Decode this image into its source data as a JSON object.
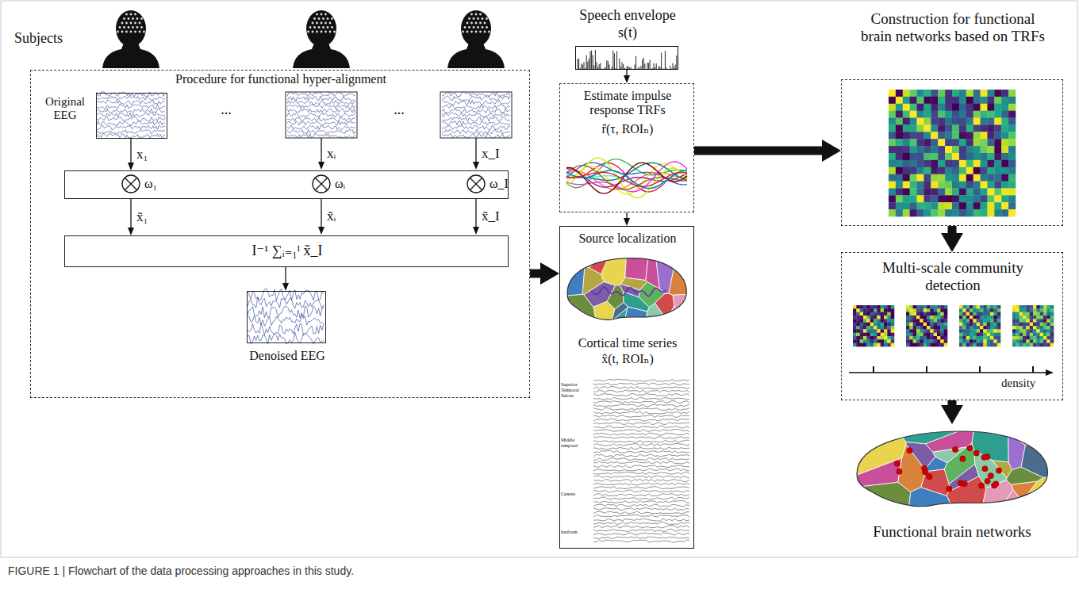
{
  "diagram": {
    "caption": "FIGURE 1 | Flowchart of the data processing approaches in this study.",
    "nodes": [
      {
        "text": [
          "Procedure for functional hyper-alignment"
        ]
      },
      {
        "text": [
          "Original EEG"
        ],
        "in": 0
      },
      {
        "text": [
          "ω₁",
          "ωᵢ",
          "ω_I"
        ],
        "in": 0
      },
      {
        "text": [
          "I⁻¹ ∑ᵢ₌₁ᴵ x̃_I"
        ],
        "in": 0
      },
      {
        "text": [
          "Denoised EEG"
        ],
        "in": 0
      },
      {
        "text": [
          "Speech envelope",
          "s(t)"
        ]
      },
      {
        "text": [
          "Estimate impulse response TRFs",
          "r̂(τ, ROIₙ)"
        ]
      },
      {
        "text": [
          "Source localization",
          "Cortical time series",
          "x̂(t, ROIₙ)"
        ]
      },
      {
        "text": [
          "Construction for functional brain networks based on TRFs"
        ]
      },
      {
        "text": [
          "Multi-scale community detection"
        ]
      },
      {
        "text": [
          "Functional brain networks"
        ]
      }
    ],
    "edges": [
      {
        "from": 1,
        "to": 2,
        "arrow": "to",
        "label": "x₁"
      },
      {
        "from": 2,
        "to": 3,
        "arrow": "to",
        "label": "x̃₁"
      },
      {
        "from": 3,
        "to": 4,
        "arrow": "to"
      },
      {
        "from": 0,
        "to": 7,
        "arrow": "to"
      },
      {
        "from": 5,
        "to": 6,
        "arrow": "to"
      },
      {
        "from": 6,
        "to": 7,
        "arrow": "to"
      },
      {
        "from": 6,
        "to": 8,
        "arrow": "to"
      },
      {
        "from": 8,
        "to": 9,
        "arrow": "to"
      },
      {
        "from": 9,
        "to": 10,
        "arrow": "to"
      }
    ],
    "labels": [
      "Subjects",
      "...",
      "xᵢ",
      "...",
      "x_I",
      "x̃ᵢ",
      "x̃_I",
      "Superior Temporal Sulcus",
      "Middle temporal",
      "Cuneus",
      "fusiform",
      "density"
    ]
  }
}
